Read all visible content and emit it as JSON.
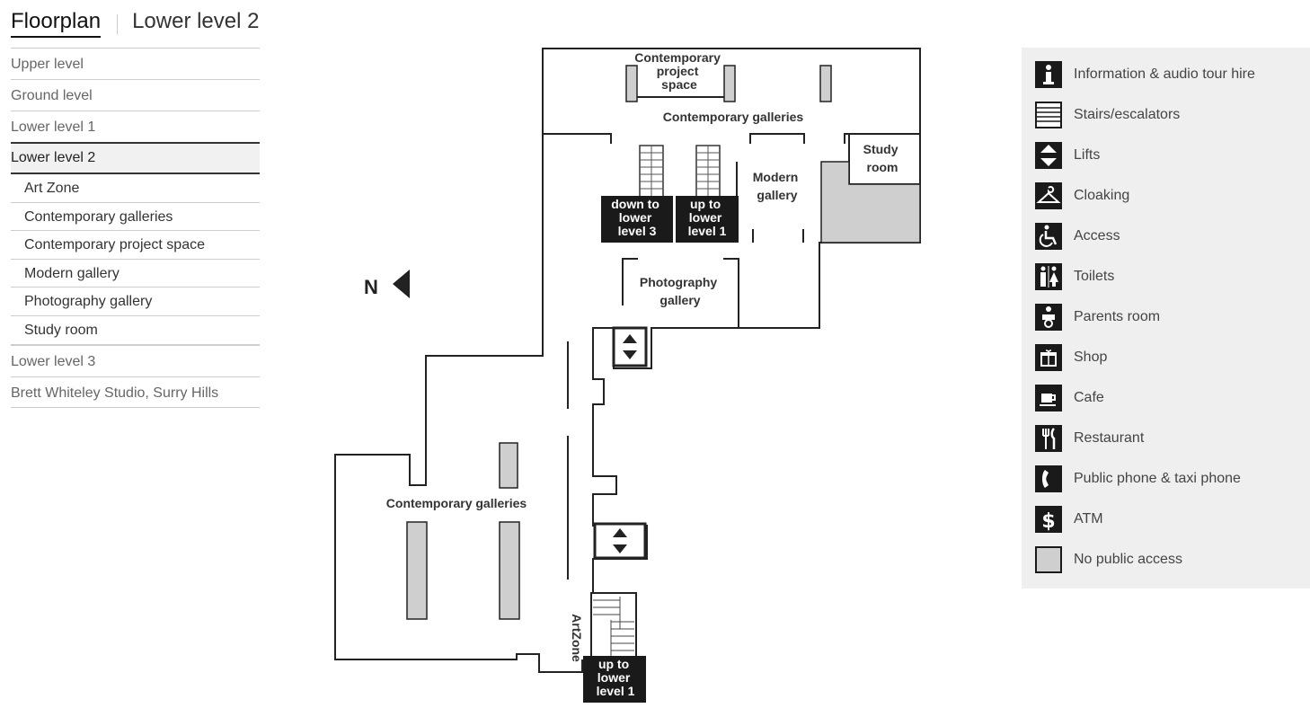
{
  "header": {
    "title": "Floorplan",
    "level": "Lower level 2"
  },
  "nav": {
    "upper": "Upper level",
    "ground": "Ground level",
    "lower1": "Lower level 1",
    "lower2": "Lower level 2",
    "sub": [
      "Art Zone",
      "Contemporary galleries",
      "Contemporary project space",
      "Modern gallery",
      "Photography gallery",
      "Study room"
    ],
    "lower3": "Lower level 3",
    "brett": "Brett Whiteley Studio, Surry Hills"
  },
  "map": {
    "north": "N",
    "cps": [
      "Contemporary",
      "project",
      "space"
    ],
    "cg_top": "Contemporary galleries",
    "study": [
      "Study",
      "room"
    ],
    "modern": [
      "Modern",
      "gallery"
    ],
    "down3": [
      "down to",
      "lower",
      "level 3"
    ],
    "up1a": [
      "up to",
      "lower",
      "level 1"
    ],
    "photo": [
      "Photography",
      "gallery"
    ],
    "cg_bottom": "Contemporary galleries",
    "artzone": "ArtZone",
    "up1b": [
      "up to",
      "lower",
      "level 1"
    ]
  },
  "legend": [
    {
      "icon": "information-icon",
      "label": "Information & audio tour hire"
    },
    {
      "icon": "stairs-icon",
      "label": "Stairs/escalators"
    },
    {
      "icon": "lifts-icon",
      "label": "Lifts"
    },
    {
      "icon": "cloaking-icon",
      "label": "Cloaking"
    },
    {
      "icon": "access-icon",
      "label": "Access"
    },
    {
      "icon": "toilets-icon",
      "label": "Toilets"
    },
    {
      "icon": "parents-room-icon",
      "label": "Parents room"
    },
    {
      "icon": "shop-icon",
      "label": "Shop"
    },
    {
      "icon": "cafe-icon",
      "label": "Cafe"
    },
    {
      "icon": "restaurant-icon",
      "label": "Restaurant"
    },
    {
      "icon": "phone-icon",
      "label": "Public phone & taxi phone"
    },
    {
      "icon": "atm-icon",
      "label": "ATM"
    },
    {
      "icon": "no-public-access-icon",
      "label": "No public access"
    }
  ]
}
